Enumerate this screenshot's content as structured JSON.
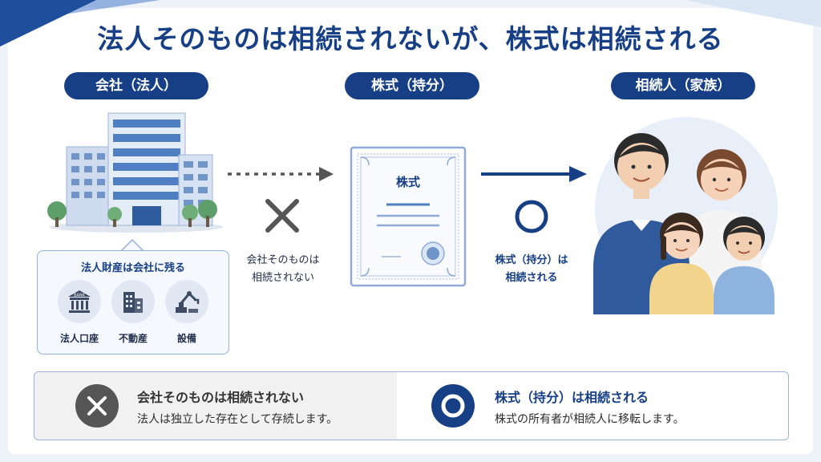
{
  "title": "法人そのものは相続されないが、株式は相続される",
  "columns": {
    "company": "会社（法人）",
    "shares": "株式（持分）",
    "heirs": "相続人（家族）"
  },
  "company": {
    "assets_title": "法人財産は会社に残る",
    "assets": [
      {
        "label": "法人口座",
        "icon": "bank-icon",
        "icon_text": "BANK"
      },
      {
        "label": "不動産",
        "icon": "building-icon"
      },
      {
        "label": "設備",
        "icon": "machinery-icon"
      }
    ]
  },
  "flow": {
    "not_inherited_line1": "会社そのものは",
    "not_inherited_line2": "相続されない",
    "inherited_line1": "株式（持分）は",
    "inherited_line2": "相続される"
  },
  "certificate": {
    "label": "株式"
  },
  "summary": {
    "left": {
      "heading": "会社そのものは相続されない",
      "text": "法人は独立した存在として存続します。"
    },
    "right": {
      "heading": "株式（持分）は相続される",
      "text": "株式の所有者が相続人に移転します。"
    }
  },
  "colors": {
    "navy": "#173f86",
    "gray_x": "#555555",
    "light_blue": "#93b0db"
  }
}
